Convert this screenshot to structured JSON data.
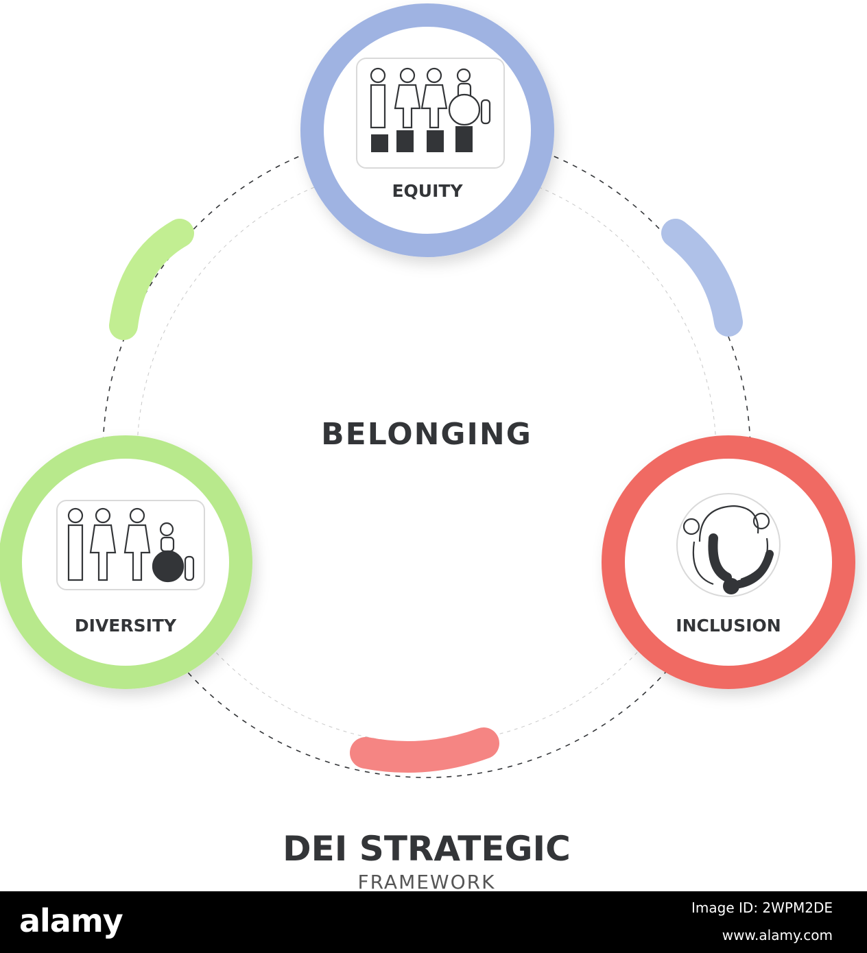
{
  "diagram": {
    "center_label": "BELONGING",
    "title": "DEI STRATEGIC",
    "subtitle": "FRAMEWORK",
    "nodes": [
      {
        "label": "EQUITY",
        "color": "#9FB3E2",
        "icon": "equity-people-icon"
      },
      {
        "label": "DIVERSITY",
        "color": "#B8E98C",
        "icon": "diversity-people-icon"
      },
      {
        "label": "INCLUSION",
        "color": "#F06A64",
        "icon": "inclusion-circle-icon"
      }
    ],
    "connector_colors": {
      "green": "#C2EE92",
      "blue": "#AFC1E8",
      "red": "#F58583"
    }
  },
  "footer": {
    "brand": "alamy",
    "image_id": "Image ID: 2WPM2DE",
    "url": "www.alamy.com"
  }
}
